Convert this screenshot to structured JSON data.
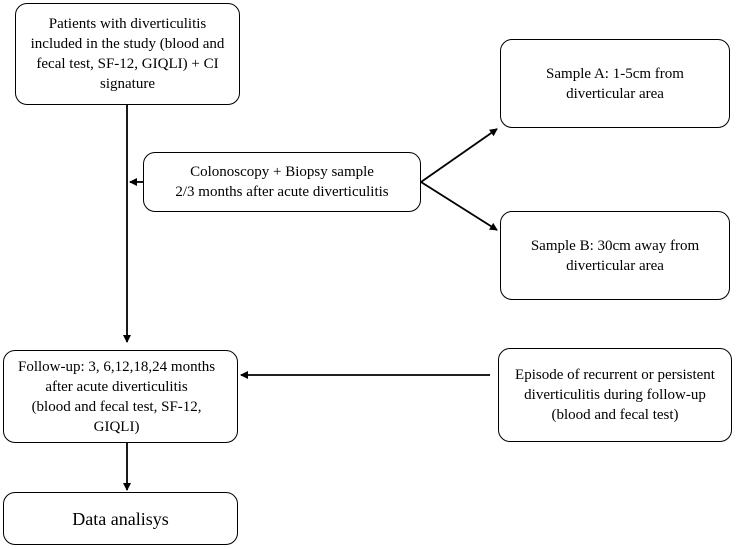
{
  "boxes": {
    "patients": "Patients with diverticulitis\nincluded in the study (blood and\nfecal test, SF-12, GIQLI) + CI\nsignature",
    "colonoscopy": "Colonoscopy + Biopsy sample\n2/3 months after acute diverticulitis",
    "sample_a": "Sample A: 1-5cm from\ndiverticular area",
    "sample_b": "Sample B: 30cm away from\ndiverticular area",
    "followup": "Follow-up: 3, 6,12,18,24 months\nafter acute diverticulitis\n(blood and fecal test, SF-12,\nGIQLI)",
    "episode": "Episode of recurrent or persistent\ndiverticulitis during follow-up\n(blood and fecal test)",
    "data_analysis": "Data analisys"
  },
  "colors": {
    "stroke": "#000000",
    "background": "#ffffff"
  }
}
